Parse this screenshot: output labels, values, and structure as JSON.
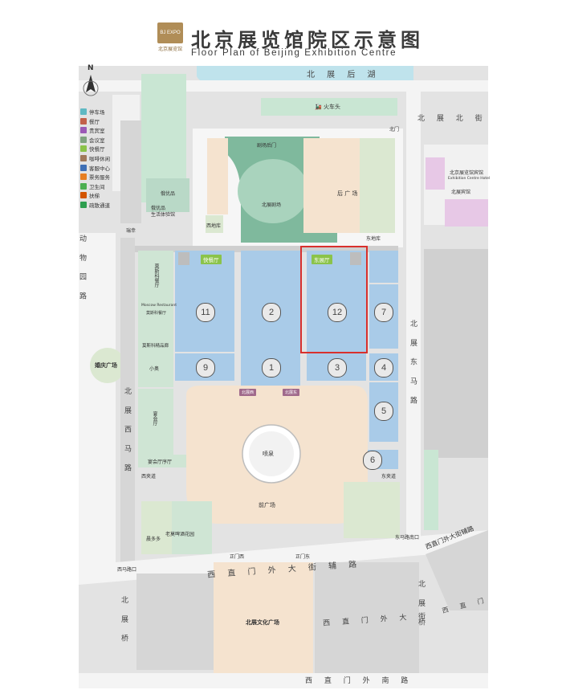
{
  "header": {
    "title_cn": "北京展览馆院区示意图",
    "title_en": "Floor Plan of Beijing Exhibition Centre",
    "logo_text": "BJ EXPO",
    "logo_script": "北京展览馆"
  },
  "compass": {
    "label": "N"
  },
  "legend": [
    {
      "label": "停车场",
      "color": "#5fb9c3",
      "icon": "parking-icon"
    },
    {
      "label": "餐厅",
      "color": "#c2604a",
      "icon": "restaurant-icon"
    },
    {
      "label": "贵宾室",
      "color": "#9b59b6",
      "icon": "vip-room-icon"
    },
    {
      "label": "会议室",
      "color": "#7fa37f",
      "icon": "meeting-room-icon"
    },
    {
      "label": "快餐厅",
      "color": "#8bc34a",
      "icon": "fast-food-icon"
    },
    {
      "label": "咖啡休闲",
      "color": "#a0785a",
      "icon": "coffee-icon"
    },
    {
      "label": "客服中心",
      "color": "#3f6fb5",
      "icon": "service-center-icon"
    },
    {
      "label": "票务服务",
      "color": "#e67e22",
      "icon": "ticket-icon"
    },
    {
      "label": "卫生间",
      "color": "#4caf50",
      "icon": "restroom-icon"
    },
    {
      "label": "扶梯",
      "color": "#d35400",
      "icon": "escalator-icon"
    },
    {
      "label": "疏散通道",
      "color": "#2e9e4f",
      "icon": "evacuation-icon"
    }
  ],
  "places": {
    "north_lake": "北 展 后 湖",
    "train_head": "火车头",
    "north_gate": "北门",
    "theater_side_door": "剧场后门",
    "theater": "北展剧场",
    "rear_square": "后 广 场",
    "west_plaza": "西地库",
    "east_corridor": "东地库",
    "store": "俄优品\n生活体验馆",
    "store_name": "俄优品",
    "ruixing": "瑞幸",
    "moscow_restaurant": "莫斯科餐厅",
    "moscow_en": "Moscow Restaurant",
    "moscow_small": "莫斯科餐厅",
    "moscow_boutique": "莫斯科精品廊",
    "xiaoxing": "小奥",
    "banquet": "宴会厅",
    "banquet_prefunc": "宴会厅序厅",
    "fast_food": "快餐厅",
    "east_hall": "东展厅",
    "fountain": "喷泉",
    "front_square": "前广场",
    "west_shanghai": "西夹道",
    "east_shanghai": "东夹道",
    "old_garden": "老莫啤酒花园",
    "left_shop": "晨多多",
    "west_gate": "正门西",
    "east_gate": "正门东",
    "east_road_gate": "东马路南口",
    "xima_gate": "西马路口",
    "huaxing": "婚庆广场",
    "zoo": "动 物 园 路",
    "north_exhibition_road_west": "北 展 西 马 路",
    "north_exhibition_road_east": "北 展 东 马 路",
    "north_exhibition_street": "北 展 北 街",
    "xizhimen_aux": "西 直 门 外 大 街 辅 路",
    "xizhimen_aux_right": "西直门外大街辅路",
    "xizhimen_outer": "西 直 门 外 大 街",
    "xizhimen_south": "西 直 门 外 南 路",
    "north_bridge": "北 展 桥",
    "north_bridge_right": "北 展 桥",
    "xizhimen_right": "西 直 门",
    "culture_square": "北展文化广场",
    "hotel_en": "Exhibition Centre Hotel",
    "hotel": "北展宾馆",
    "hotel_cn": "北京展览馆宾馆",
    "ex_tag_left": "北展西",
    "ex_tag_right": "北展东"
  },
  "halls": [
    {
      "id": "11",
      "label": "11"
    },
    {
      "id": "2",
      "label": "2"
    },
    {
      "id": "12",
      "label": "12"
    },
    {
      "id": "7",
      "label": "7"
    },
    {
      "id": "9",
      "label": "9"
    },
    {
      "id": "1",
      "label": "1"
    },
    {
      "id": "3",
      "label": "3"
    },
    {
      "id": "4",
      "label": "4"
    },
    {
      "id": "5",
      "label": "5"
    },
    {
      "id": "6",
      "label": "6"
    }
  ],
  "highlight_color": "#d9302c"
}
